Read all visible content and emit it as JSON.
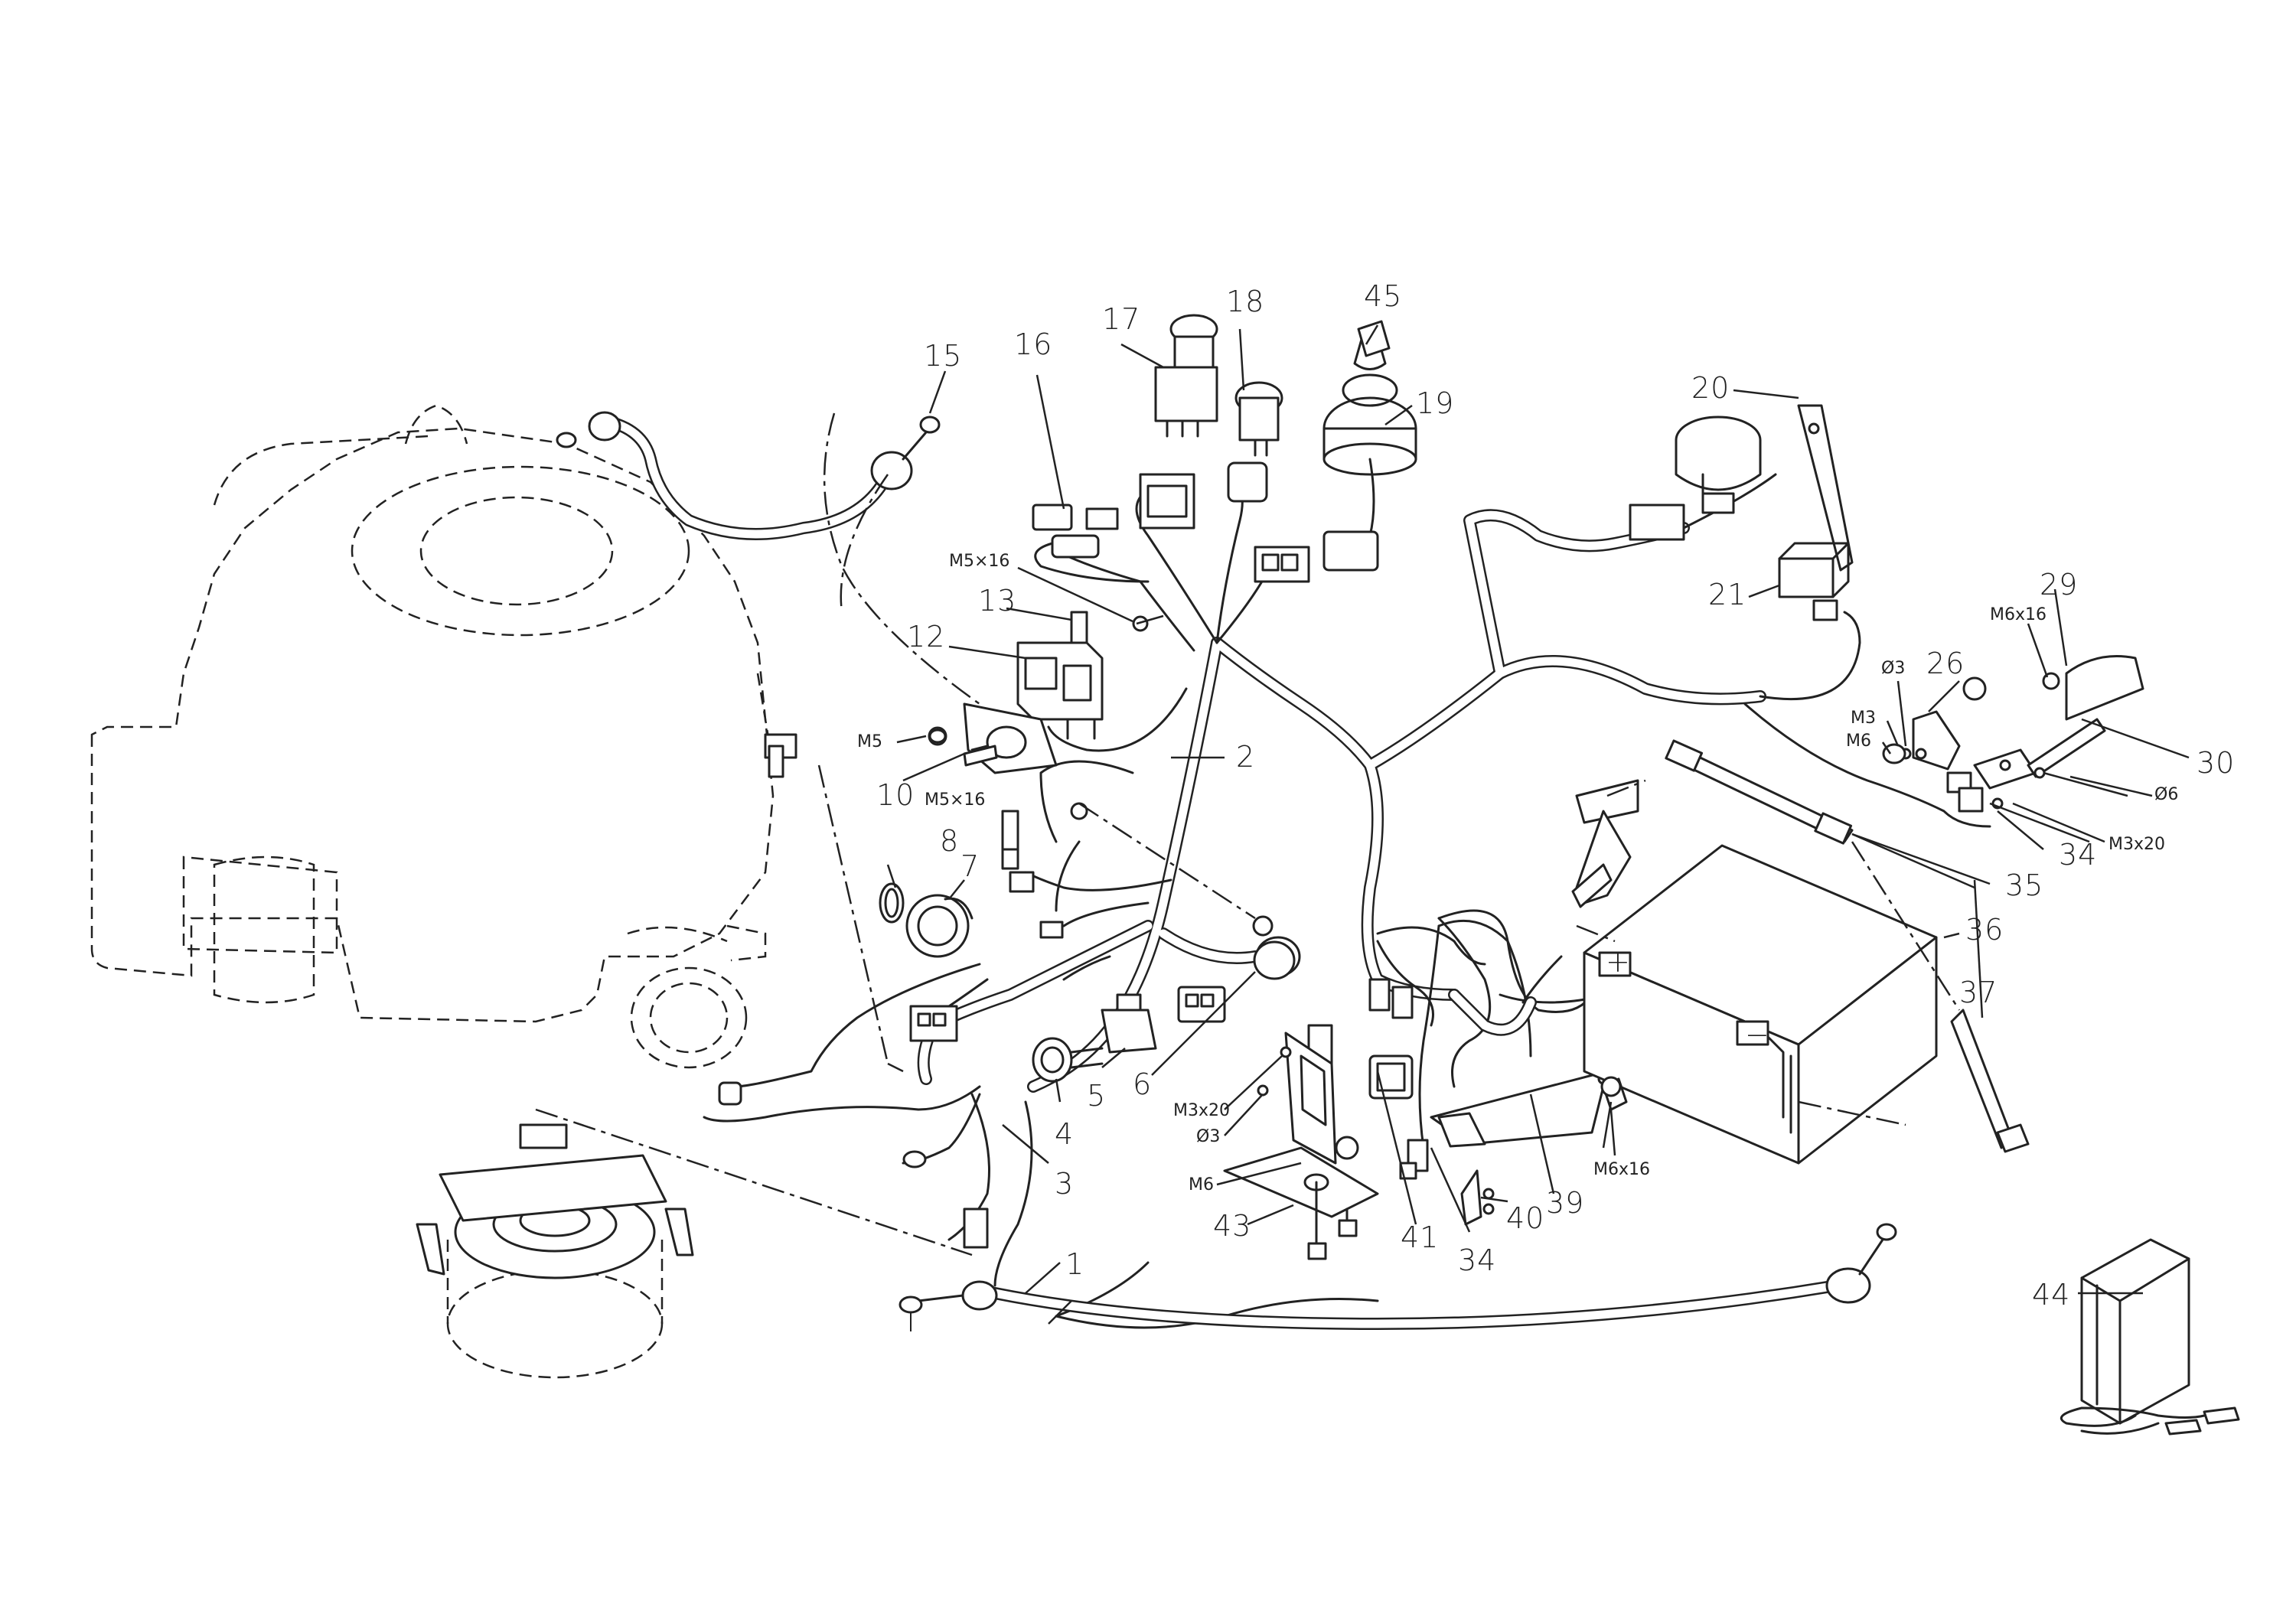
{
  "parts": [
    {
      "id": "p1",
      "label": "1"
    },
    {
      "id": "p2",
      "label": "2"
    },
    {
      "id": "p3",
      "label": "3"
    },
    {
      "id": "p4",
      "label": "4"
    },
    {
      "id": "p5",
      "label": "5"
    },
    {
      "id": "p6",
      "label": "6"
    },
    {
      "id": "p7",
      "label": "7"
    },
    {
      "id": "p8",
      "label": "8"
    },
    {
      "id": "p10",
      "label": "10"
    },
    {
      "id": "p12",
      "label": "12"
    },
    {
      "id": "p13",
      "label": "13"
    },
    {
      "id": "p15",
      "label": "15"
    },
    {
      "id": "p16",
      "label": "16"
    },
    {
      "id": "p17",
      "label": "17"
    },
    {
      "id": "p18",
      "label": "18"
    },
    {
      "id": "p19",
      "label": "19"
    },
    {
      "id": "p20",
      "label": "20"
    },
    {
      "id": "p21",
      "label": "21"
    },
    {
      "id": "p26",
      "label": "26"
    },
    {
      "id": "p29",
      "label": "29"
    },
    {
      "id": "p30",
      "label": "30"
    },
    {
      "id": "p34a",
      "label": "34"
    },
    {
      "id": "p34b",
      "label": "34"
    },
    {
      "id": "p35",
      "label": "35"
    },
    {
      "id": "p36",
      "label": "36"
    },
    {
      "id": "p37",
      "label": "37"
    },
    {
      "id": "p39",
      "label": "39"
    },
    {
      "id": "p40",
      "label": "40"
    },
    {
      "id": "p41",
      "label": "41"
    },
    {
      "id": "p43",
      "label": "43"
    },
    {
      "id": "p44",
      "label": "44"
    },
    {
      "id": "p45",
      "label": "45"
    }
  ],
  "fasteners": [
    {
      "id": "f_m5x16_top",
      "label": "M5×16"
    },
    {
      "id": "f_m5",
      "label": "M5"
    },
    {
      "id": "f_m5x16_low",
      "label": "M5×16"
    },
    {
      "id": "f_m6x16_right",
      "label": "M6x16"
    },
    {
      "id": "f_d3_right",
      "label": "Ø3"
    },
    {
      "id": "f_m3_right",
      "label": "M3"
    },
    {
      "id": "f_m6_right",
      "label": "M6"
    },
    {
      "id": "f_d6",
      "label": "Ø6"
    },
    {
      "id": "f_m3x20_right",
      "label": "M3x20"
    },
    {
      "id": "f_m3x20_low",
      "label": "M3x20"
    },
    {
      "id": "f_d3_low",
      "label": "Ø3"
    },
    {
      "id": "f_m6_low",
      "label": "M6"
    },
    {
      "id": "f_m6x16_low",
      "label": "M6x16"
    }
  ],
  "battery_symbols": {
    "plus": "+",
    "minus": "−"
  }
}
